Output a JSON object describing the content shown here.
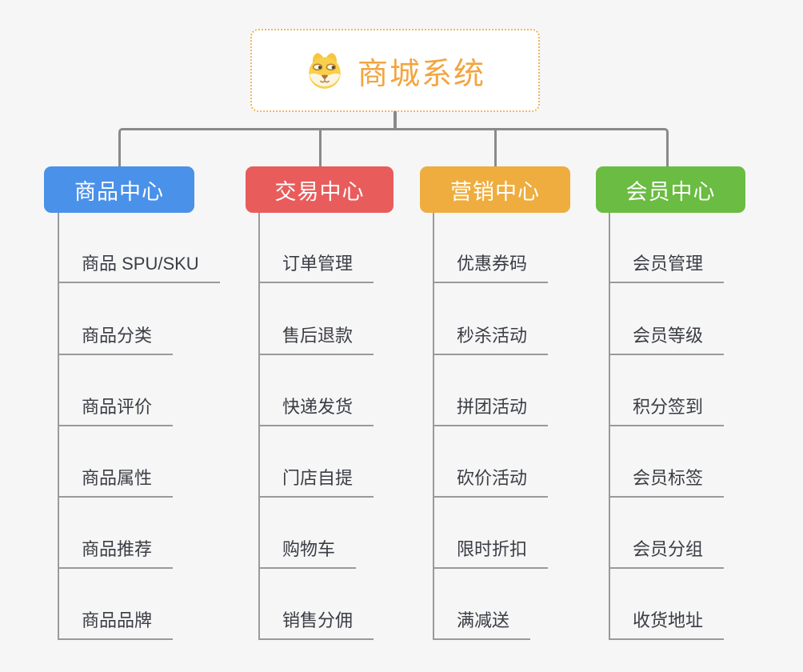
{
  "page": {
    "background_color": "#f6f6f6"
  },
  "root": {
    "title": "商城系统",
    "icon": "dog-face-icon",
    "text_color": "#f2a540",
    "border_color": "#f2b45e",
    "fill_color": "#ffffff"
  },
  "connector": {
    "color": "#8a8a8a",
    "trunk_color": "#9a9a9a"
  },
  "branches": [
    {
      "label": "商品中心",
      "color": "#4a91e9",
      "items": [
        "商品 SPU/SKU",
        "商品分类",
        "商品评价",
        "商品属性",
        "商品推荐",
        "商品品牌"
      ]
    },
    {
      "label": "交易中心",
      "color": "#e95c5c",
      "items": [
        "订单管理",
        "售后退款",
        "快递发货",
        "门店自提",
        "购物车",
        "销售分佣"
      ]
    },
    {
      "label": "营销中心",
      "color": "#eead3e",
      "items": [
        "优惠券码",
        "秒杀活动",
        "拼团活动",
        "砍价活动",
        "限时折扣",
        "满减送"
      ]
    },
    {
      "label": "会员中心",
      "color": "#6abc42",
      "items": [
        "会员管理",
        "会员等级",
        "积分签到",
        "会员标签",
        "会员分组",
        "收货地址"
      ]
    }
  ],
  "item_text_color": "#3a3d44"
}
